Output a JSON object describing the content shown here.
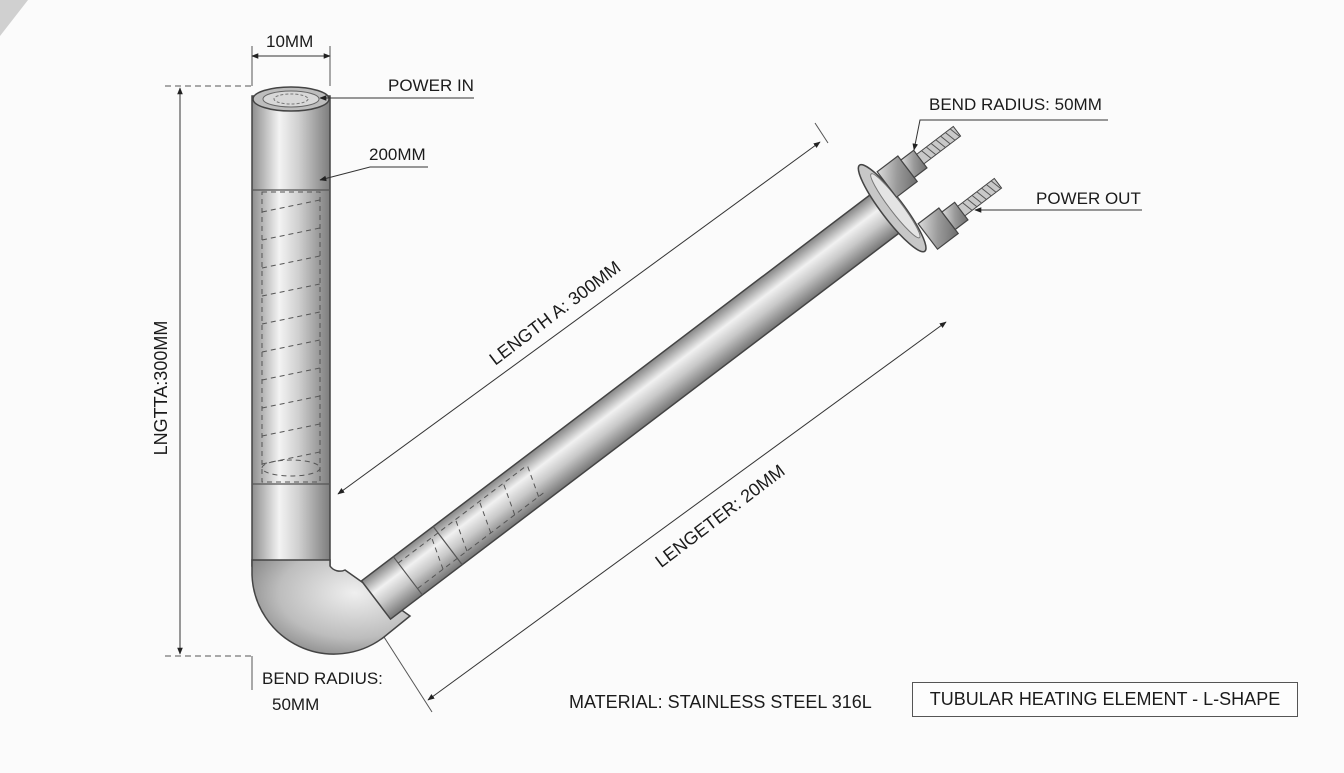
{
  "drawing": {
    "title": "TUBULAR HEATING ELEMENT - L-SHAPE",
    "material": "MATERIAL: STAINLESS STEEL 316L"
  },
  "dimensions": {
    "tube_diameter": "10MM",
    "power_in": "POWER IN",
    "upper_section": "200MM",
    "vertical_length": "LNGTTA:300MM",
    "length_a": "LENGTH A: 300MM",
    "lengeter": "LENGETER: 20MM",
    "bend_radius_top": "BEND RADIUS: 50MM",
    "power_out": "POWER OUT",
    "bend_radius_bottom_line1": "BEND RADIUS:",
    "bend_radius_bottom_line2": "50MM"
  },
  "colors": {
    "ink": "#1b1b1b",
    "dim_line": "#333333",
    "metal_dark": "#8c8c8c",
    "metal_light": "#f2f2f2"
  }
}
